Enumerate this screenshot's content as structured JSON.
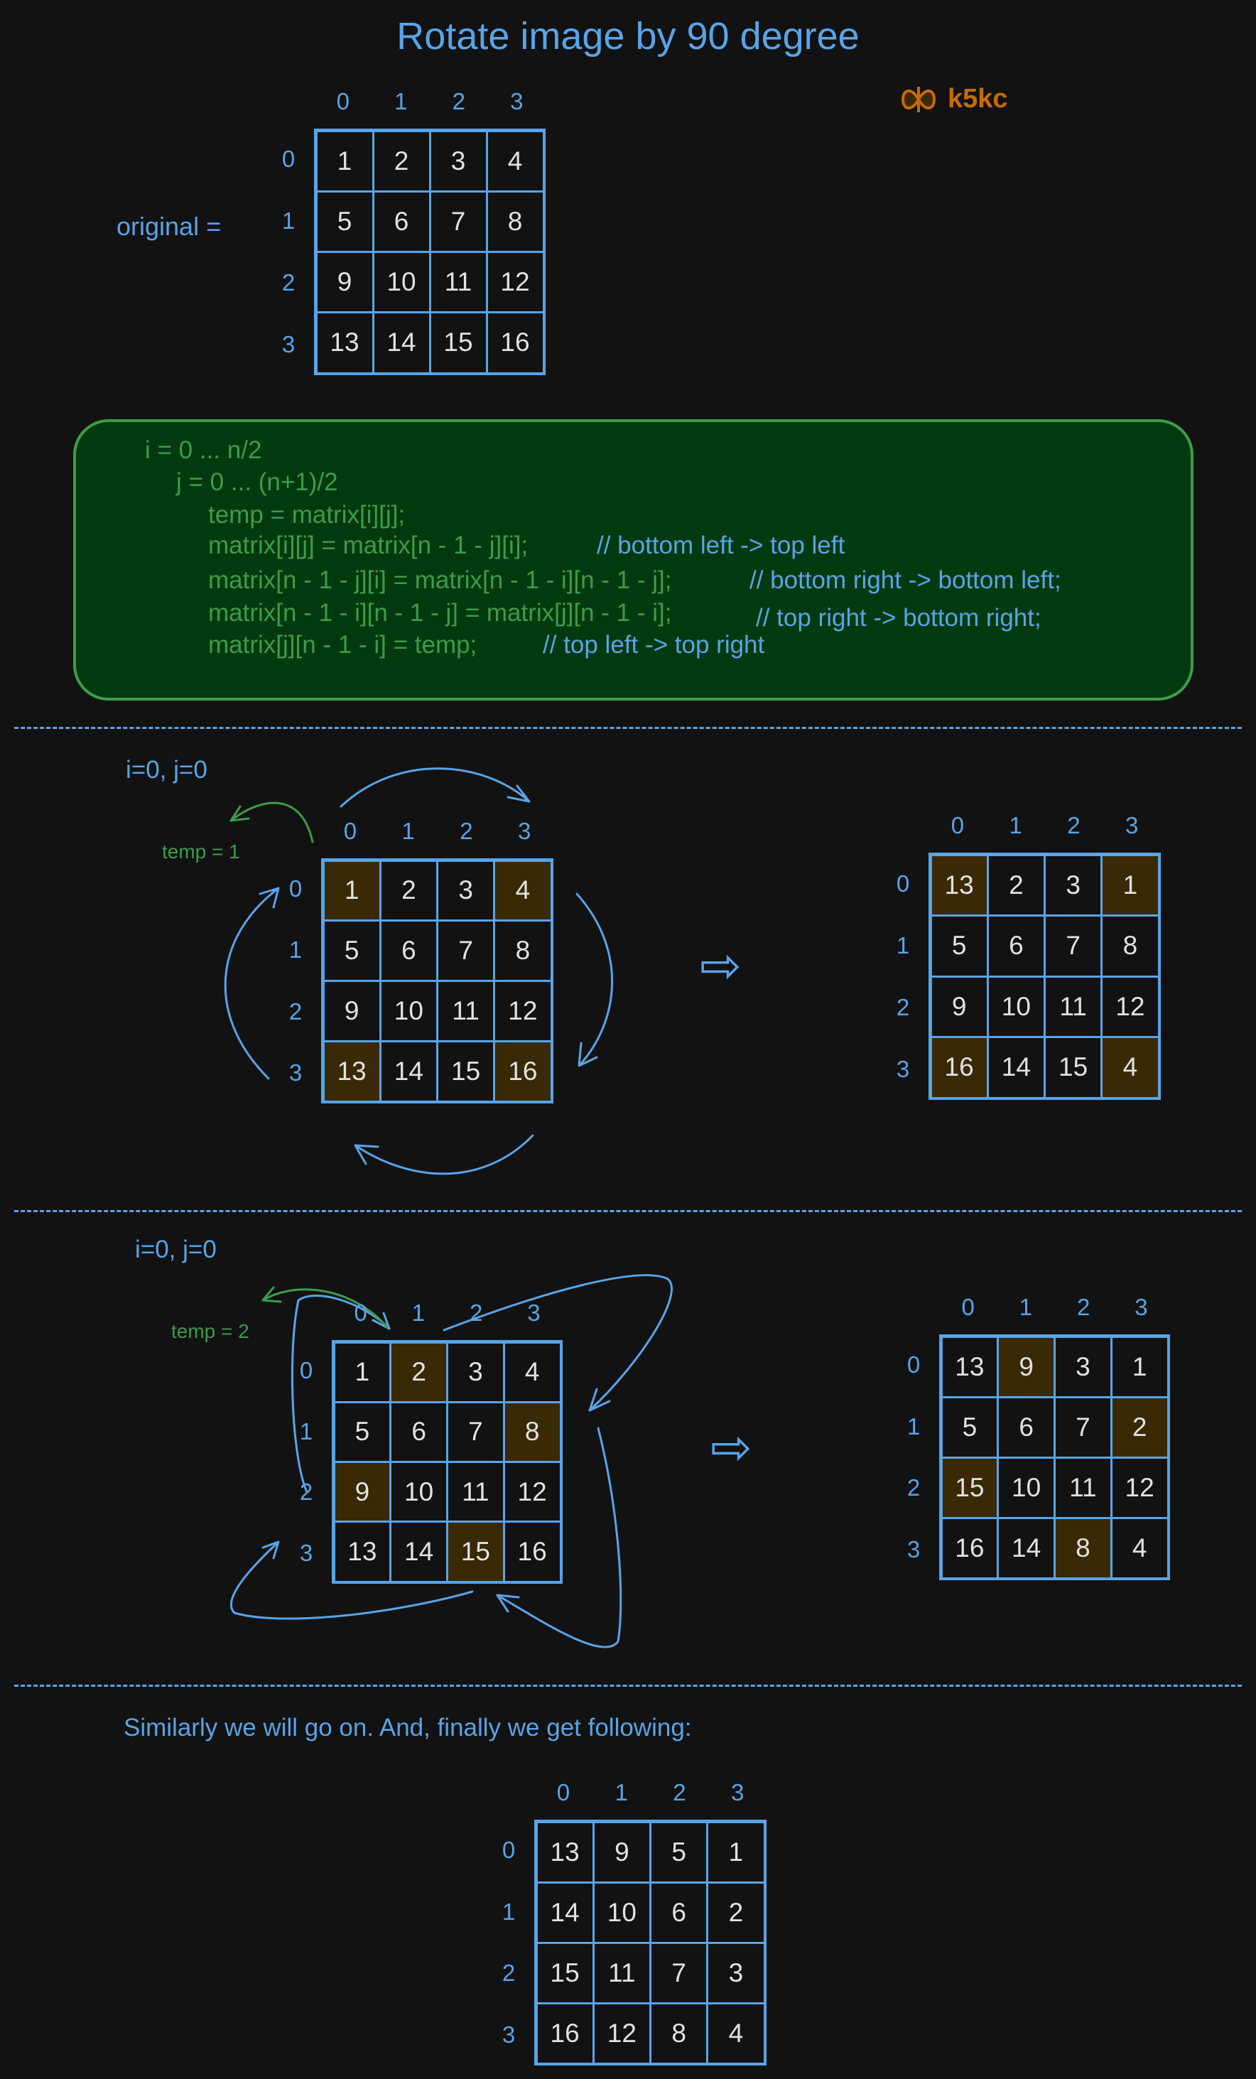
{
  "title": "Rotate image by 90 degree",
  "logo": {
    "icon": "excalidraw-bowtie-icon",
    "text": "k5kc",
    "color": "#c86a06"
  },
  "colors": {
    "accent": "#58a4e8",
    "code": "#3d9c4a",
    "code_bg": "#023a0f",
    "highlight": "#3a2905",
    "background": "#121212"
  },
  "original_label": "original =",
  "axis_labels": [
    "0",
    "1",
    "2",
    "3"
  ],
  "code": {
    "lines": [
      "i = 0 ... n/2",
      "j = 0 ... (n+1)/2",
      "temp = matrix[i][j];",
      "matrix[i][j] = matrix[n - 1 - j][i];",
      "matrix[n - 1 - j][i] = matrix[n - 1 - i][n - 1 - j];",
      "matrix[n - 1 - i][n - 1 - j] = matrix[j][n - 1 - i];",
      "matrix[j][n - 1 - i] = temp;"
    ],
    "comments": [
      "// bottom left -> top left",
      "// bottom right -> bottom left;",
      "// top right -> bottom right;",
      "// top left -> top right"
    ]
  },
  "step1": {
    "label": "i=0, j=0",
    "temp": "temp = 1",
    "arrow": "⇨"
  },
  "step2": {
    "label": "i=0, j=0",
    "temp": "temp = 2",
    "arrow": "⇨"
  },
  "final_text": "Similarly we will go on. And, finally we get following:",
  "matrices": {
    "m1": {
      "values": [
        [
          1,
          2,
          3,
          4
        ],
        [
          5,
          6,
          7,
          8
        ],
        [
          9,
          10,
          11,
          12
        ],
        [
          13,
          14,
          15,
          16
        ]
      ],
      "highlight": []
    },
    "m2a": {
      "values": [
        [
          1,
          2,
          3,
          4
        ],
        [
          5,
          6,
          7,
          8
        ],
        [
          9,
          10,
          11,
          12
        ],
        [
          13,
          14,
          15,
          16
        ]
      ],
      "highlight": [
        [
          0,
          0
        ],
        [
          0,
          3
        ],
        [
          3,
          0
        ],
        [
          3,
          3
        ]
      ]
    },
    "m2b": {
      "values": [
        [
          13,
          2,
          3,
          1
        ],
        [
          5,
          6,
          7,
          8
        ],
        [
          9,
          10,
          11,
          12
        ],
        [
          16,
          14,
          15,
          4
        ]
      ],
      "highlight": [
        [
          0,
          0
        ],
        [
          0,
          3
        ],
        [
          3,
          0
        ],
        [
          3,
          3
        ]
      ]
    },
    "m3a": {
      "values": [
        [
          1,
          2,
          3,
          4
        ],
        [
          5,
          6,
          7,
          8
        ],
        [
          9,
          10,
          11,
          12
        ],
        [
          13,
          14,
          15,
          16
        ]
      ],
      "highlight": [
        [
          0,
          1
        ],
        [
          1,
          3
        ],
        [
          2,
          0
        ],
        [
          3,
          2
        ]
      ]
    },
    "m3b": {
      "values": [
        [
          13,
          9,
          3,
          1
        ],
        [
          5,
          6,
          7,
          2
        ],
        [
          15,
          10,
          11,
          12
        ],
        [
          16,
          14,
          8,
          4
        ]
      ],
      "highlight": [
        [
          0,
          1
        ],
        [
          1,
          3
        ],
        [
          2,
          0
        ],
        [
          3,
          2
        ]
      ]
    },
    "m4": {
      "values": [
        [
          13,
          9,
          5,
          1
        ],
        [
          14,
          10,
          6,
          2
        ],
        [
          15,
          11,
          7,
          3
        ],
        [
          16,
          12,
          8,
          4
        ]
      ],
      "highlight": []
    }
  }
}
